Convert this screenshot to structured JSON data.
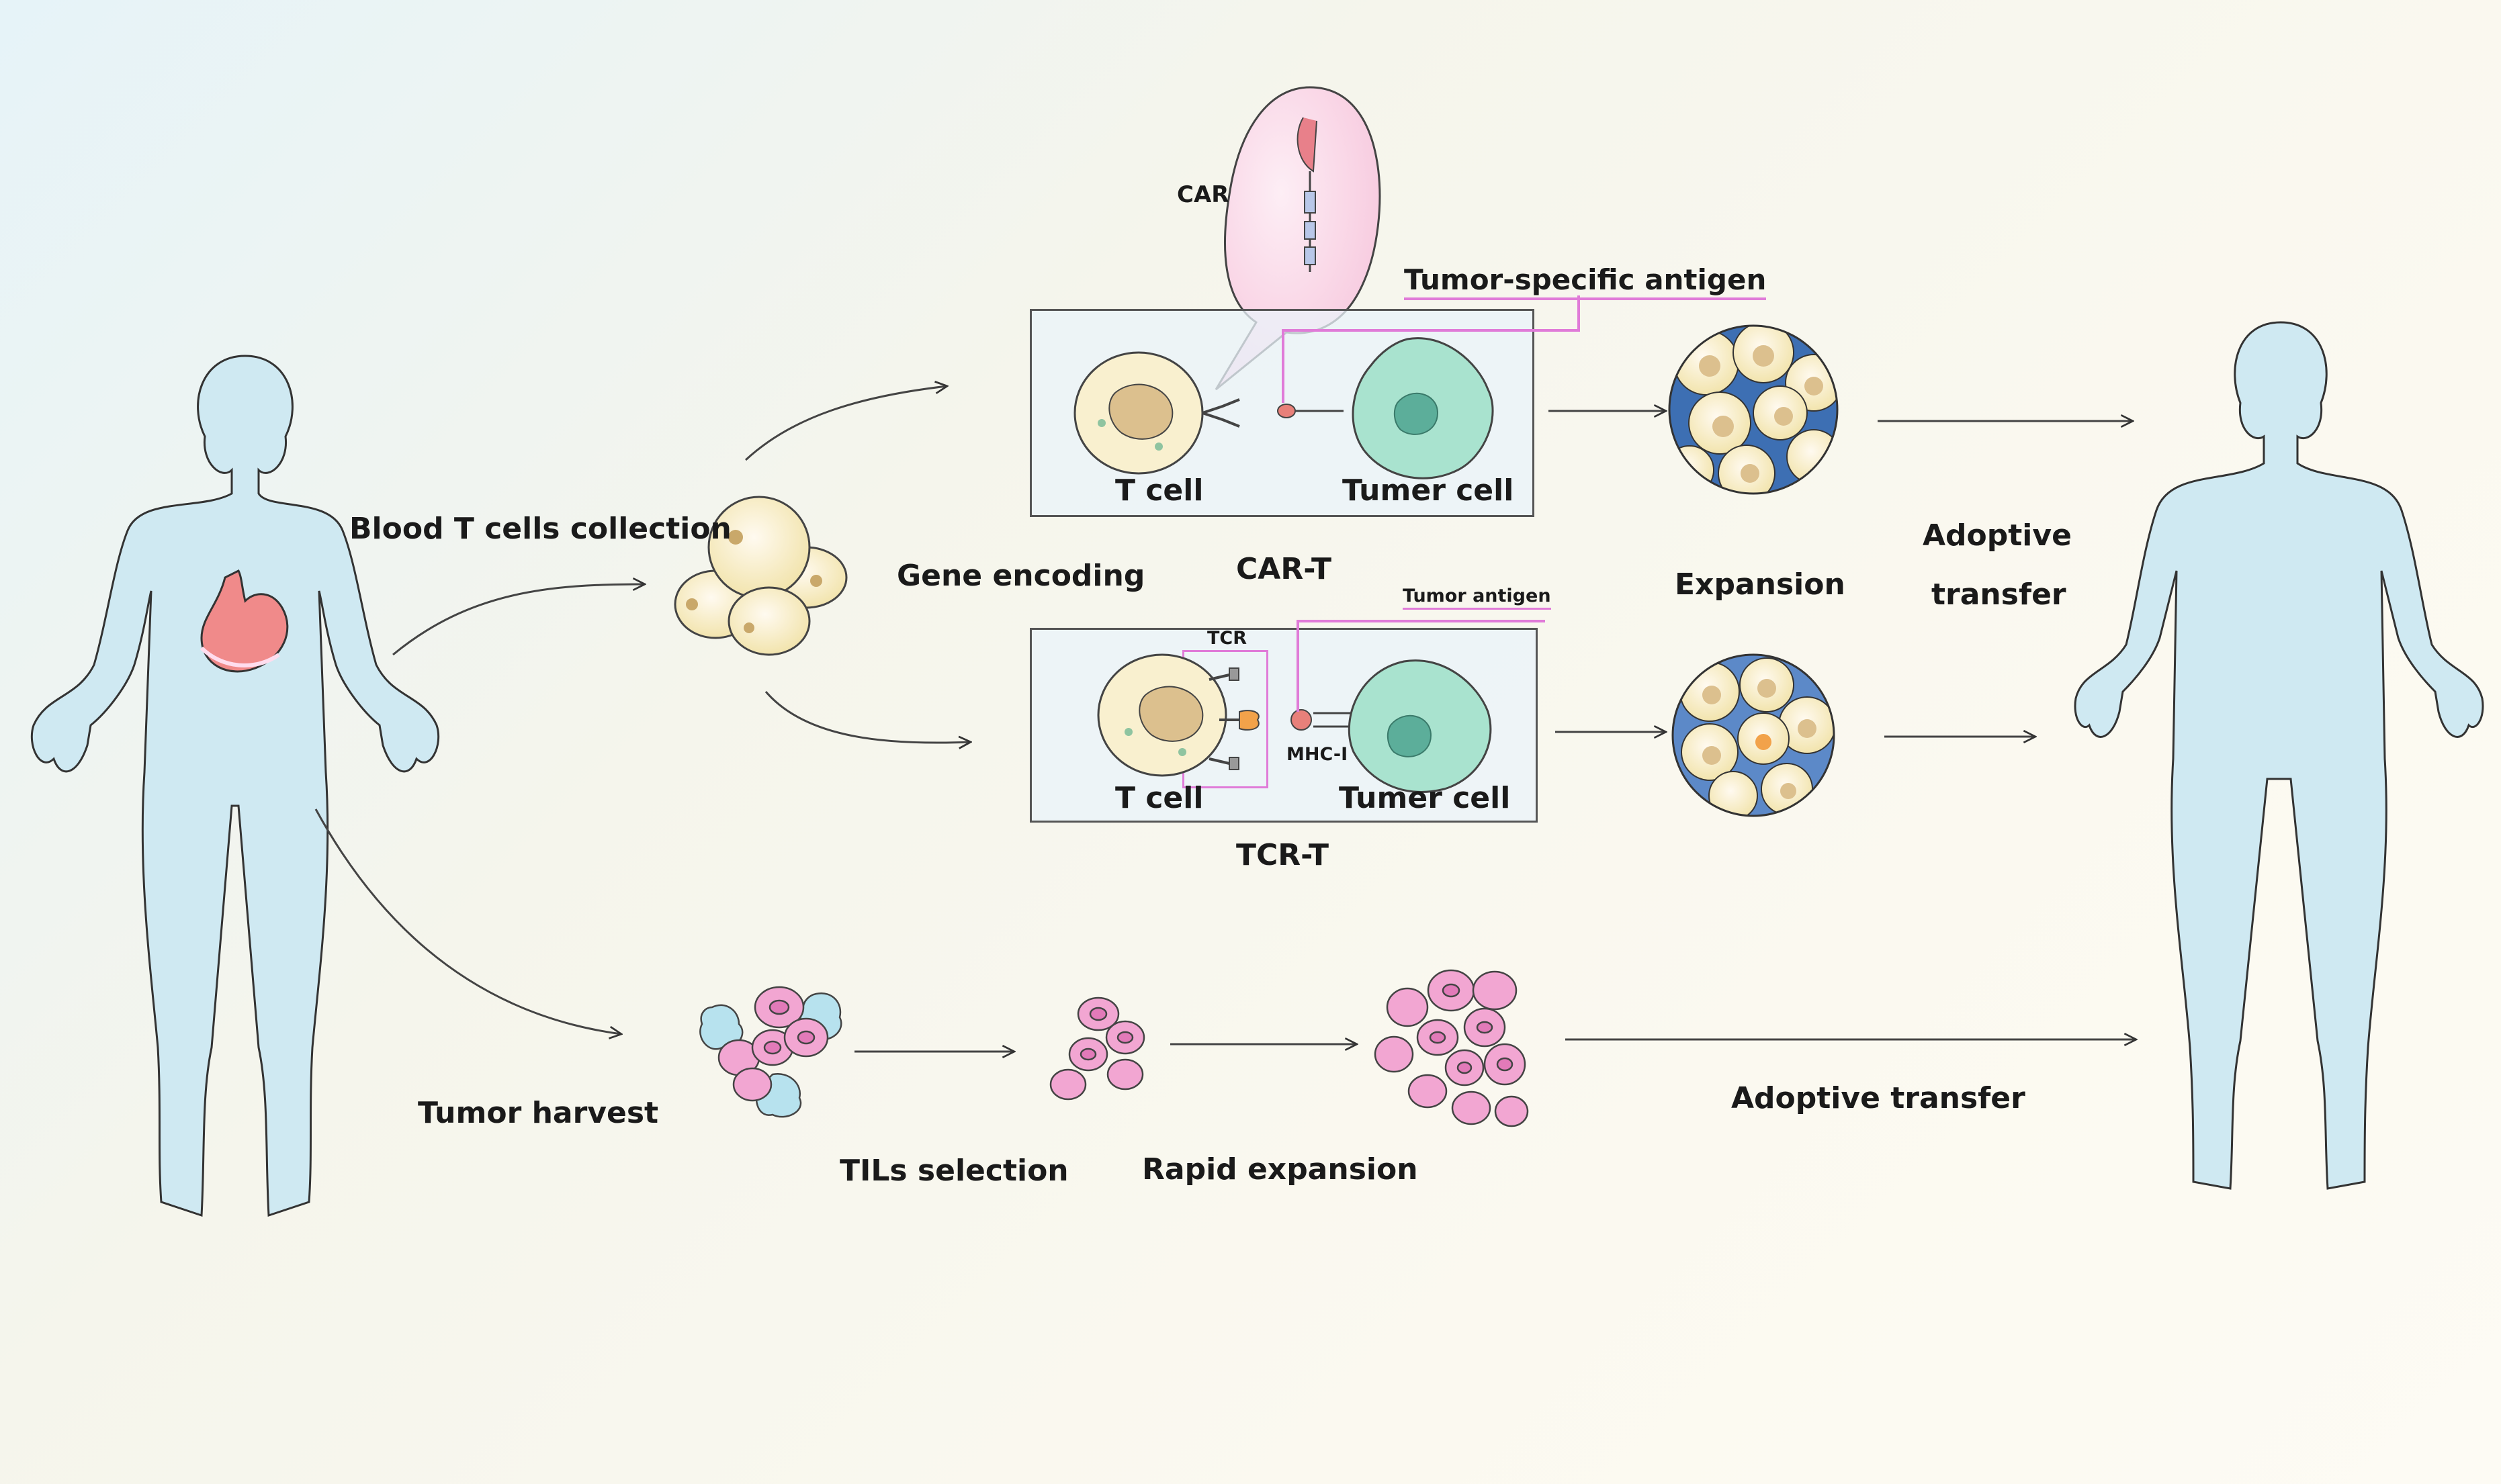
{
  "labels": {
    "blood_collection": "Blood T cells collection",
    "gene_encoding": "Gene encoding",
    "car": "CAR",
    "tumor_specific_antigen": "Tumor-specific antigen",
    "car_t": "CAR-T",
    "t_cell_car": "T cell",
    "tumer_cell_car": "Tumer cell",
    "tumor_antigen": "Tumor antigen",
    "tcr": "TCR",
    "mhc": "MHC-I",
    "t_cell_tcr": "T cell",
    "tumer_cell_tcr": "Tumer cell",
    "tcr_t": "TCR-T",
    "expansion": "Expansion",
    "adoptive": "Adoptive",
    "transfer": "transfer",
    "tumor_harvest": "Tumor harvest",
    "tils_selection": "TILs selection",
    "rapid_expansion": "Rapid expansion",
    "adoptive_transfer": "Adoptive transfer"
  },
  "colors": {
    "body_fill": "#cfe9f2",
    "t_cell_fill": "#f7edc6",
    "t_cell_nucleus": "#dcc08e",
    "tumor_fill": "#a9e3cf",
    "tumor_nucleus": "#5cae9a",
    "til_fill": "#f2a6d2",
    "highlight": "#e07bd8",
    "expansion_bg": "#3d6fb3"
  }
}
